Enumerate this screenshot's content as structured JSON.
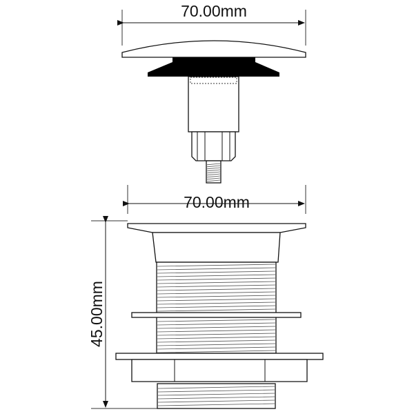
{
  "dimensions": {
    "top_width": "70.00mm",
    "flange_width": "70.00mm",
    "body_height": "45.00mm"
  },
  "colors": {
    "line": "#111111",
    "gasket": "#000000",
    "background": "#ffffff"
  }
}
